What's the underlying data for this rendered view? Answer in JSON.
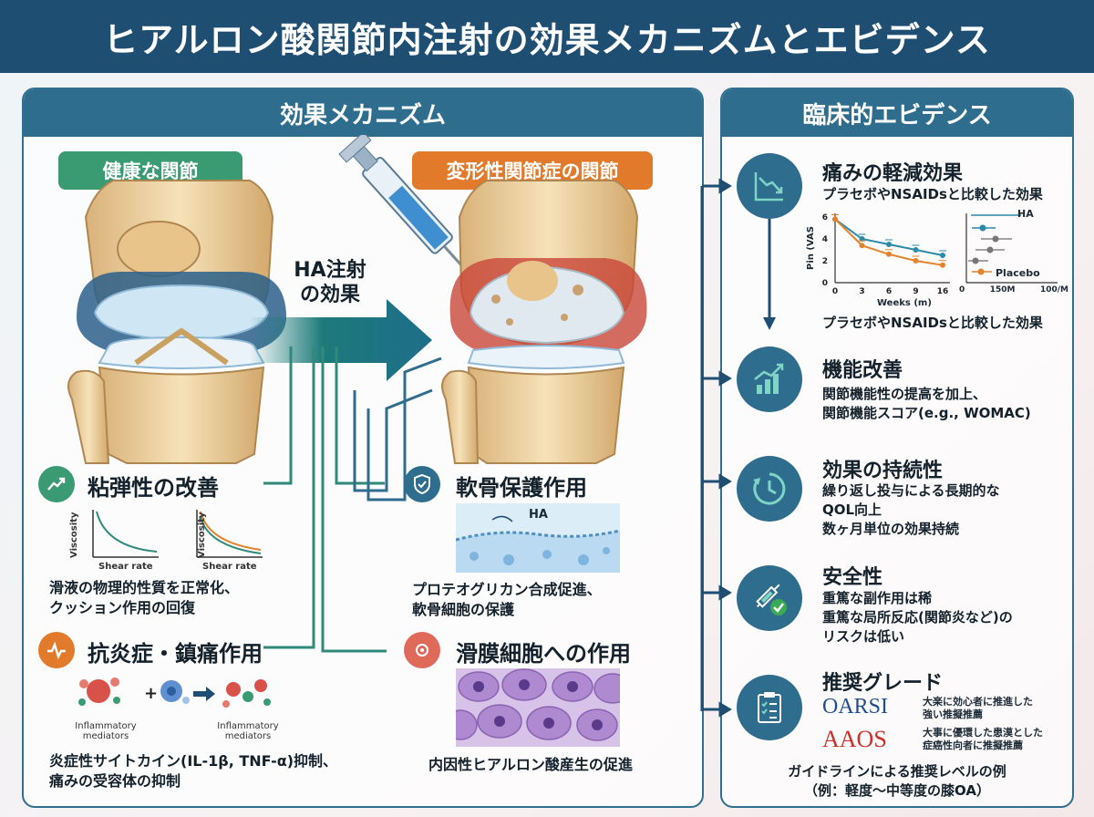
{
  "title": "ヒアルロン酸関節内注射の効果メカニズムとエビデンス",
  "mechanism": {
    "header": "効果メカニズム",
    "healthy_label": "健康な関節",
    "oa_label": "変形性関節症の関節",
    "injection_label_1": "HA注射",
    "injection_label_2": "の効果",
    "viscoelastic": {
      "title": "粘弾性の改善",
      "axis_y": "Viscosity",
      "axis_x": "Shear rate",
      "text_1": "滑液の物理的性質を正常化、",
      "text_2": "クッション作用の回復"
    },
    "anti_inflammatory": {
      "title": "抗炎症・鎮痛作用",
      "mediator_label_1": "Inflammatory",
      "mediator_label_2": "mediators",
      "text_1": "炎症性サイトカイン(IL-1β, TNF-α)抑制、",
      "text_2": "痛みの受容体の抑制"
    },
    "cartilage": {
      "title": "軟骨保護作用",
      "ha_label": "HA",
      "text_1": "プロテオグリカン合成促進、",
      "text_2": "軟骨細胞の保護"
    },
    "synovial": {
      "title": "滑膜細胞への作用",
      "text": "内因性ヒアルロン酸産生の促進"
    }
  },
  "evidence": {
    "header": "臨床的エビデンス",
    "pain": {
      "title": "痛みの軽減効果",
      "subtitle": "プラセボやNSAIDsと比較した効果",
      "caption": "プラセボやNSAIDsと比較した効果",
      "y_axis": "Pin (VAS",
      "x_axis": "Weeks (m)",
      "x_ticks": [
        "0",
        "3",
        "6",
        "9",
        "16"
      ],
      "y_ticks": [
        "0",
        "2",
        "4",
        "6"
      ],
      "forest_ticks": [
        "0",
        "150M",
        "100/M"
      ],
      "ha_label": "HA",
      "placebo_label": "Placebo"
    },
    "function": {
      "title": "機能改善",
      "text_1": "関節機能性の提高を加上、",
      "text_2": "関節機能スコア(e.g., WOMAC)"
    },
    "duration": {
      "title": "効果の持続性",
      "text_1": "繰り返し投与による長期的な",
      "text_2": "QOL向上",
      "text_3": "数ヶ月単位の効果持続"
    },
    "safety": {
      "title": "安全性",
      "text_1": "重篤な副作用は稀",
      "text_2": "重篤な局所反応(関節炎など)の",
      "text_3": "リスクは低い"
    },
    "grade": {
      "title": "推奨グレード",
      "oarsi": "OARSI",
      "oarsi_text_1": "大楽に効心者に推進した",
      "oarsi_text_2": "強い推擬推薦",
      "aaos": "AAOS",
      "aaos_text_1": "大事に優環した患漠とした",
      "aaos_text_2": "症癌性向者に推擬推薦",
      "caption_1": "ガイドラインによる推奨レベルの例",
      "caption_2": "（例：軽度〜中等度の膝OA）"
    }
  },
  "chart_data": {
    "type": "line",
    "x": [
      0,
      3,
      6,
      9,
      16
    ],
    "series": [
      {
        "name": "HA",
        "values": [
          5.8,
          4.0,
          3.5,
          3.0,
          2.5
        ]
      },
      {
        "name": "Placebo",
        "values": [
          5.8,
          3.4,
          2.6,
          2.0,
          1.6
        ]
      }
    ],
    "xlabel": "Weeks (m)",
    "ylabel": "Pin (VAS",
    "ylim": [
      0,
      6
    ],
    "colors": {
      "HA": "#2b8aa8",
      "Placebo": "#e4832c"
    }
  }
}
